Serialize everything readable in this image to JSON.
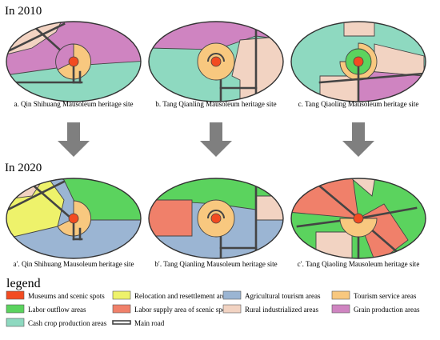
{
  "year_titles": {
    "top": "In 2010",
    "bottom": "In 2020"
  },
  "captions": {
    "a": "a. Qin Shihuang Mausoleum heritage site",
    "b": "b. Tang Qianling Mausoleum heritage site",
    "c": "c. Tang Qiaoling Mausoleum heritage site",
    "a2": "a′. Qin Shihuang Mausoleum heritage site",
    "b2": "b′. Tang Qianling Mausoleum heritage site",
    "c2": "c′. Tang Qiaoling Mausoleum heritage site"
  },
  "legend": {
    "title": "legend",
    "items": [
      {
        "label": "Museums and scenic spots",
        "color": "#f24b21"
      },
      {
        "label": "Relocation and resettlement areas",
        "color": "#eef26b"
      },
      {
        "label": "Agricultural tourism areas",
        "color": "#9bb5d3"
      },
      {
        "label": "Tourism service areas",
        "color": "#f8c87f"
      },
      {
        "label": "Labor outflow areas",
        "color": "#5bd35e"
      },
      {
        "label": "Labor supply area of scenic spots",
        "color": "#f0806a"
      },
      {
        "label": "Rural industrialized areas",
        "color": "#f2d3c2"
      },
      {
        "label": "Grain production areas",
        "color": "#cf84c1"
      },
      {
        "label": "Cash crop production areas",
        "color": "#8ed9c0"
      },
      {
        "label": "Main road",
        "color": "#444444"
      }
    ]
  },
  "colors": {
    "museum": "#f24b21",
    "relocation": "#eef26b",
    "agri_tourism": "#9bb5d3",
    "tourism_service": "#f8c87f",
    "labor_outflow": "#5bd35e",
    "labor_supply": "#f0806a",
    "rural_industrial": "#f2d3c2",
    "grain": "#cf84c1",
    "cash_crop": "#8ed9c0",
    "road": "#444444",
    "arrow": "#7f7f7f"
  }
}
